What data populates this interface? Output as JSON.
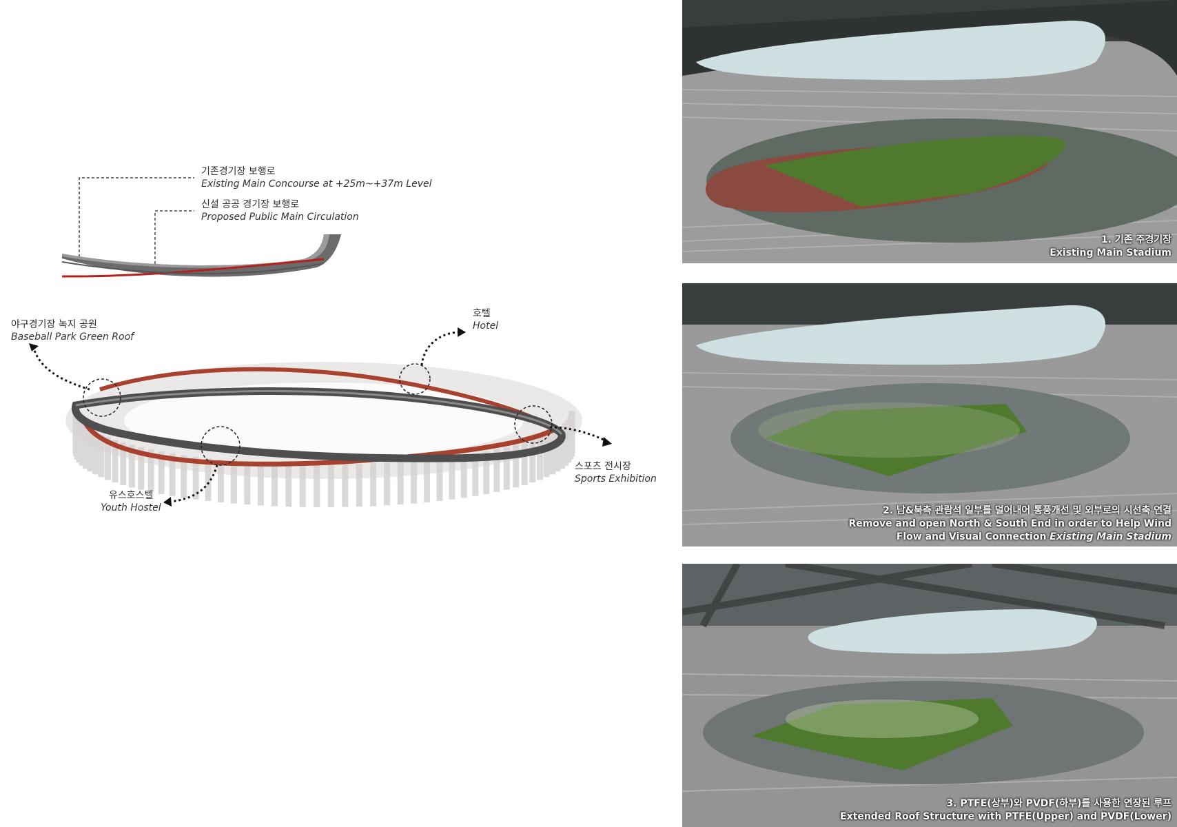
{
  "section_diagram": {
    "existing_ko": "기존경기장 보행로",
    "existing_en": "Existing Main Concourse at +25m~+37m Level",
    "proposed_ko": "신설 공공 경기장 보행로",
    "proposed_en": "Proposed Public Main Circulation"
  },
  "ring_diagram": {
    "baseball_ko": "야구경기장 녹지 공원",
    "baseball_en": "Baseball Park Green Roof",
    "hotel_ko": "호텔",
    "hotel_en": "Hotel",
    "sports_ko": "스포츠 전시장",
    "sports_en": "Sports Exhibition",
    "youth_ko": "유스호스텔",
    "youth_en": "Youth Hostel"
  },
  "panels": [
    {
      "caption_ko": "1. 기존 주경기장",
      "caption_en": "Existing Main Stadium"
    },
    {
      "caption_ko": "2. 남&북측 관람석 일부를 덜어내어 통풍개선 및 외부로의 시선축 연결",
      "caption_en_1": "Remove and open North & South End in order to Help Wind",
      "caption_en_2": "Flow and Visual Connection",
      "caption_en_italic": "Existing Main Stadium"
    },
    {
      "caption_ko": "3. PTFE(상부)와 PVDF(하부)를 사용한 연장된 루프",
      "caption_en": "Extended Roof Structure with PTFE(Upper) and PVDF(Lower)"
    }
  ],
  "colors": {
    "concourse_red": "#b3201e",
    "ring_gray": "#5a5a5a",
    "field_green": "#4f7a2e",
    "track_red": "#8a4a40",
    "sky": "#cfe0e2"
  }
}
